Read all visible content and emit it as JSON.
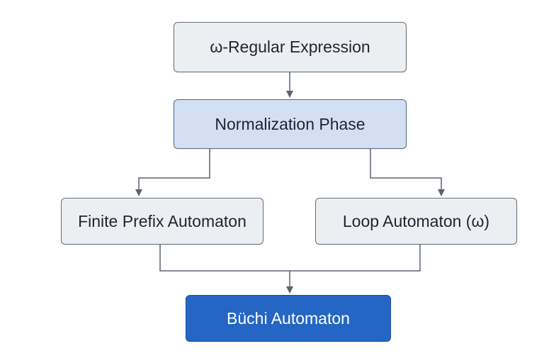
{
  "diagram": {
    "nodes": {
      "regex": {
        "label": "ω-Regular Expression"
      },
      "norm": {
        "label": "Normalization Phase"
      },
      "prefix": {
        "label": "Finite Prefix Automaton"
      },
      "loop": {
        "label": "Loop Automaton (ω)"
      },
      "buchi": {
        "label": "Büchi Automaton"
      }
    },
    "edges": [
      {
        "from": "regex",
        "to": "norm"
      },
      {
        "from": "norm",
        "to": "prefix"
      },
      {
        "from": "norm",
        "to": "loop"
      },
      {
        "from": "prefix",
        "to": "buchi"
      },
      {
        "from": "loop",
        "to": "buchi"
      }
    ],
    "colors": {
      "edge": "#5b6270",
      "node_light": "#eceff2",
      "node_highlight": "#d3e0f4",
      "node_output": "#2566c4"
    }
  }
}
